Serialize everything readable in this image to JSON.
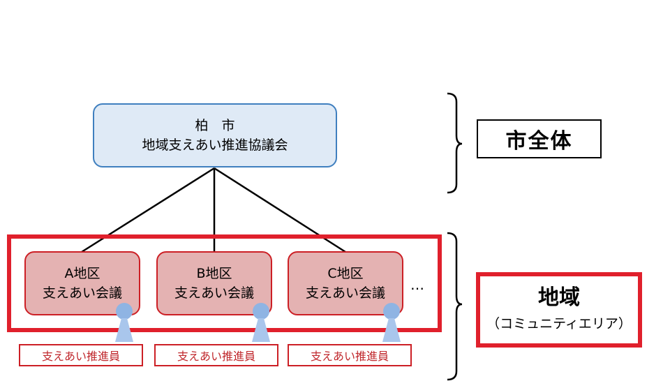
{
  "council": {
    "line1": "柏　市",
    "line2": "地域支えあい推進協議会"
  },
  "districts": [
    {
      "name": "A地区",
      "meeting": "支えあい会議"
    },
    {
      "name": "B地区",
      "meeting": "支えあい会議"
    },
    {
      "name": "C地区",
      "meeting": "支えあい会議"
    }
  ],
  "ellipsis": "…",
  "promoters": [
    "支えあい推進員",
    "支えあい推進員",
    "支えあい推進員"
  ],
  "scopes": {
    "city": "市全体",
    "region": "地域",
    "region_sub": "（コミュニティエリア）"
  },
  "colors": {
    "council_fill": "#dfeaf6",
    "council_border": "#3f7fbf",
    "district_fill": "#e4b2b2",
    "district_border": "#cc1f25",
    "area_frame": "#e0202c",
    "person_head": "#8fb4e3",
    "person_body": "#a9c6ec"
  },
  "icons": [
    "person-icon",
    "brace-icon"
  ]
}
